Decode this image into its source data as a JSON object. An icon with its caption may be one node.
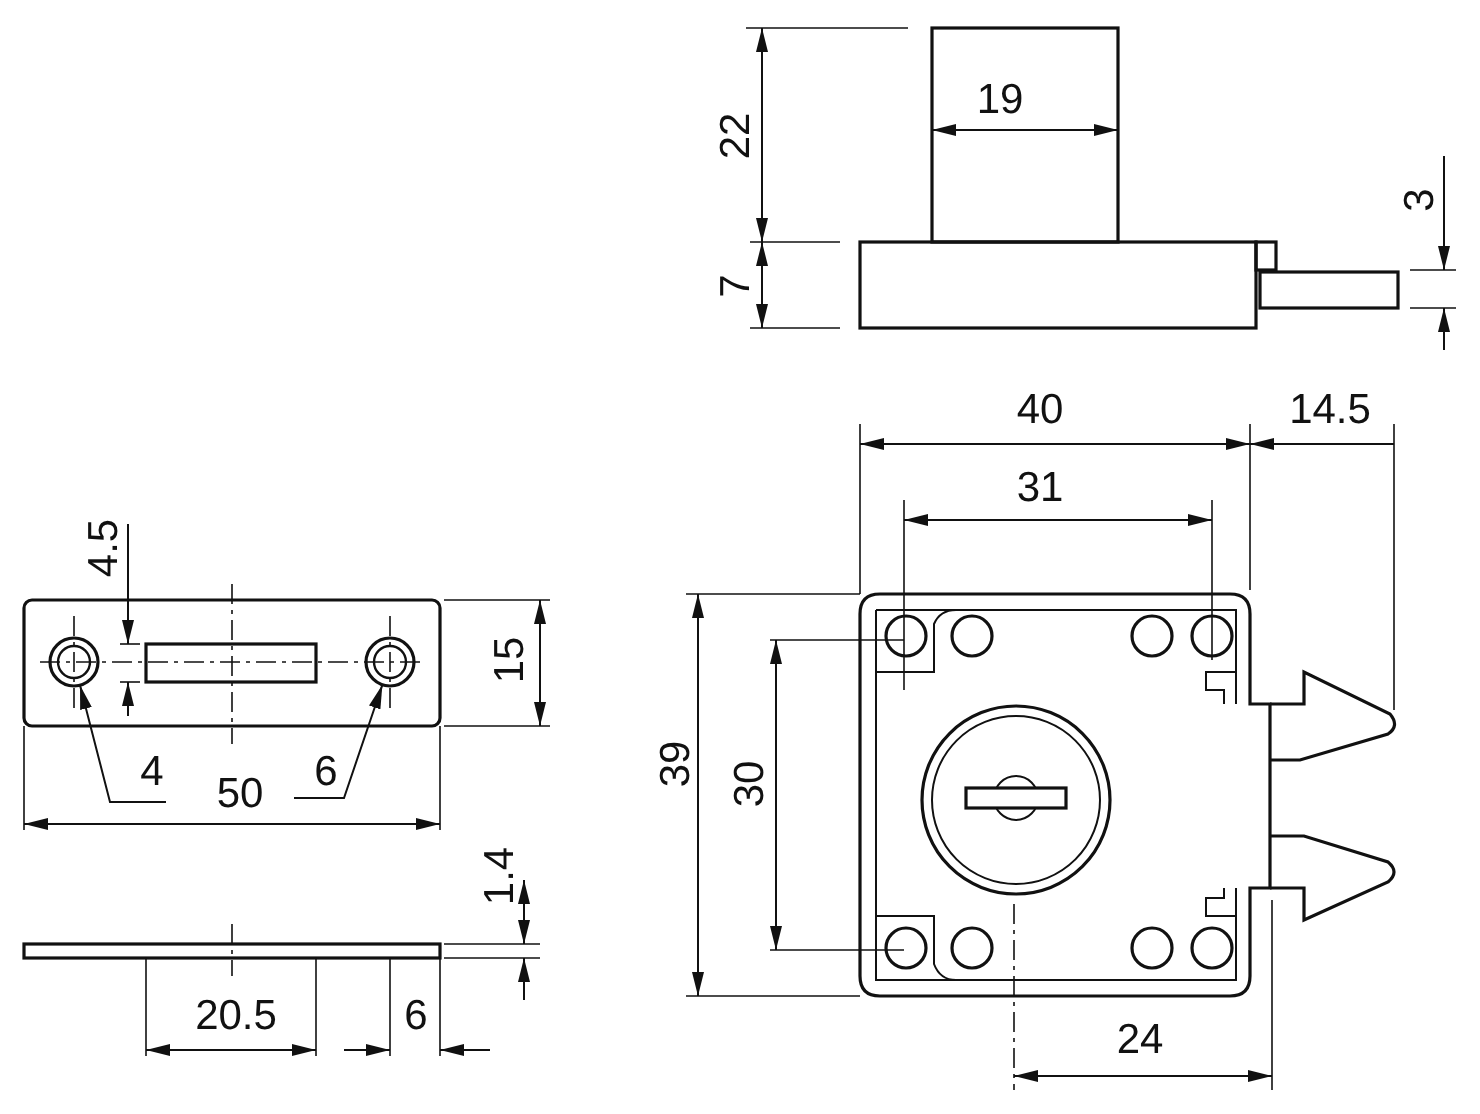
{
  "diagram": {
    "nodes": [
      {
        "text": [
          "4"
        ]
      },
      {
        "text": [],
        "shape": "circle"
      },
      {
        "text": [
          "6"
        ]
      },
      {
        "text": [],
        "shape": "circle"
      }
    ],
    "edges": [
      {
        "from": 0,
        "to": 1,
        "arrow": "to"
      },
      {
        "from": 2,
        "to": 3,
        "arrow": "to"
      }
    ],
    "labels": [
      "19",
      "22",
      "3",
      "7",
      "40",
      "14.5",
      "31",
      "4.5",
      "15",
      "39",
      "30",
      "50",
      "1.4",
      "20.5",
      "6",
      "24"
    ]
  }
}
